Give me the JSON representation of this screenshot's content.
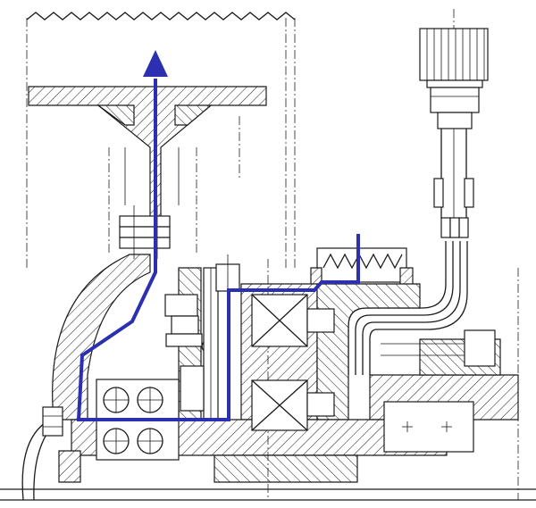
{
  "figure": {
    "kind": "engineering-cross-section",
    "elements": [
      "housing",
      "drive-shaft-column",
      "connector-plug",
      "cable-conduit",
      "coil-upper",
      "coil-lower",
      "ball-bearings",
      "spring",
      "bolts",
      "flow-path"
    ]
  },
  "colors": {
    "line": "#1a1a1a",
    "flow_path": "#2b2fb0",
    "background": "#ffffff"
  }
}
